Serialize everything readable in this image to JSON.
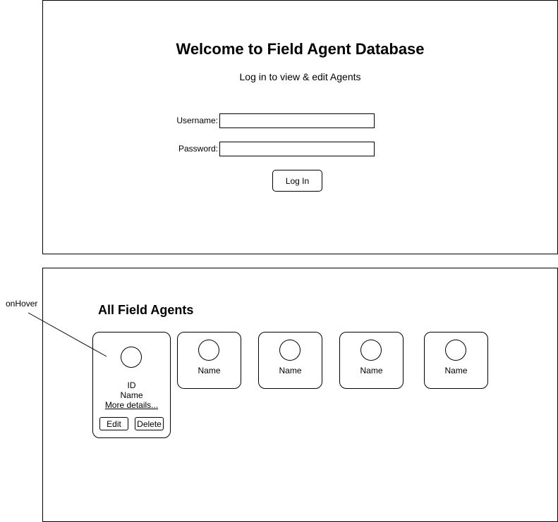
{
  "login": {
    "title": "Welcome to Field Agent Database",
    "subtitle": "Log in to view & edit Agents",
    "username_label": "Username:",
    "username_value": "",
    "password_label": "Password:",
    "password_value": "",
    "login_button": "Log In"
  },
  "agents": {
    "heading": "All Field Agents",
    "annotation": "onHover",
    "expanded_card": {
      "id": "ID",
      "name": "Name",
      "more_details": "More details...",
      "edit": "Edit",
      "delete": "Delete"
    },
    "cards": [
      {
        "name": "Name"
      },
      {
        "name": "Name"
      },
      {
        "name": "Name"
      },
      {
        "name": "Name"
      }
    ]
  }
}
